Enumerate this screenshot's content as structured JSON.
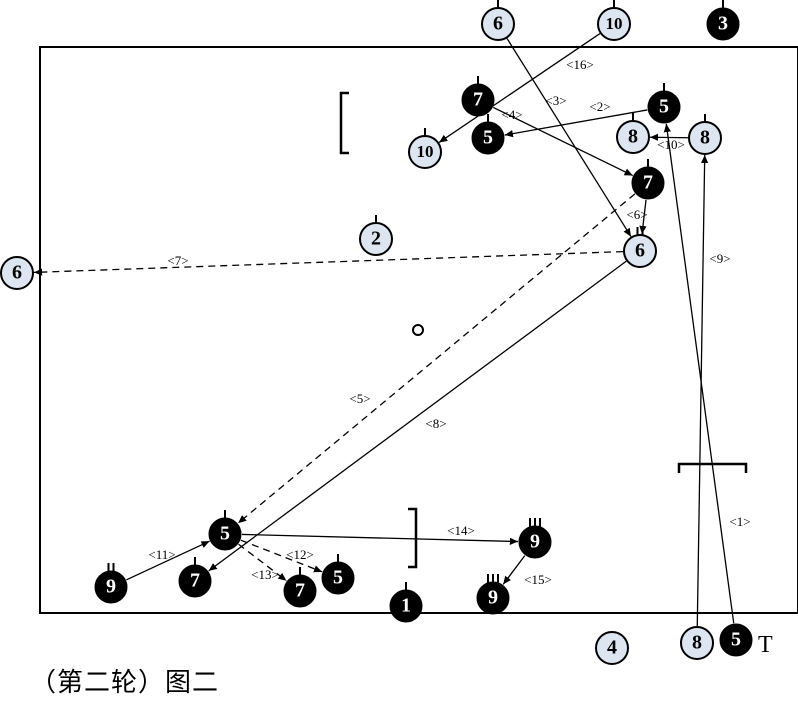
{
  "caption": "（第二轮）图二",
  "court_marks": [
    {
      "id": "left-bracket"
    },
    {
      "id": "bottom-bracket"
    },
    {
      "id": "top-right-tbar"
    }
  ],
  "tokens": [
    {
      "id": "w6-top",
      "label": "6",
      "style": "white",
      "ticks": 1
    },
    {
      "id": "w10-top",
      "label": "10",
      "style": "white",
      "ticks": 1
    },
    {
      "id": "b3-top",
      "label": "3",
      "style": "black",
      "ticks": 1
    },
    {
      "id": "b7-up",
      "label": "7",
      "style": "black",
      "ticks": 1
    },
    {
      "id": "b5-up",
      "label": "5",
      "style": "black",
      "ticks": 1
    },
    {
      "id": "w10-mid",
      "label": "10",
      "style": "white",
      "ticks": 1
    },
    {
      "id": "b5-right",
      "label": "5",
      "style": "black",
      "ticks": 1
    },
    {
      "id": "w8-a",
      "label": "8",
      "style": "white",
      "ticks": 1
    },
    {
      "id": "w8-b",
      "label": "8",
      "style": "white",
      "ticks": 1
    },
    {
      "id": "b7-right",
      "label": "7",
      "style": "black",
      "ticks": 1
    },
    {
      "id": "w2",
      "label": "2",
      "style": "white",
      "ticks": 1
    },
    {
      "id": "w6-right",
      "label": "6",
      "style": "white",
      "ticks": 2
    },
    {
      "id": "w6-left",
      "label": "6",
      "style": "white",
      "ticks": 0
    },
    {
      "id": "b5-low",
      "label": "5",
      "style": "black",
      "ticks": 1
    },
    {
      "id": "b9-low",
      "label": "9",
      "style": "black",
      "ticks": 2
    },
    {
      "id": "b7-low",
      "label": "7",
      "style": "black",
      "ticks": 1
    },
    {
      "id": "b7-low2",
      "label": "7",
      "style": "black",
      "ticks": 1
    },
    {
      "id": "b5-low2",
      "label": "5",
      "style": "black",
      "ticks": 1
    },
    {
      "id": "b1",
      "label": "1",
      "style": "black",
      "ticks": 1
    },
    {
      "id": "b9-right",
      "label": "9",
      "style": "black",
      "ticks": 3
    },
    {
      "id": "b9-right2",
      "label": "9",
      "style": "black",
      "ticks": 3
    },
    {
      "id": "w4",
      "label": "4",
      "style": "white",
      "ticks": 0
    },
    {
      "id": "w8-bottom",
      "label": "8",
      "style": "white",
      "ticks": 0
    },
    {
      "id": "b5-bottom",
      "label": "5",
      "style": "black",
      "ticks": 0
    }
  ],
  "bottom_right_mark": "T",
  "center_mark": "o",
  "passes": [
    {
      "label": "<1>",
      "from": "b5-bottom",
      "to": "b5-right",
      "style": "solid"
    },
    {
      "label": "<2>",
      "from": "b5-right",
      "to": "b5-up",
      "style": "solid"
    },
    {
      "label": "<3>",
      "from": "w6-top",
      "to": "w6-right",
      "style": "solid"
    },
    {
      "label": "<4>",
      "from": "b7-up",
      "to": "b7-right",
      "style": "solid"
    },
    {
      "label": "<5>",
      "from": "b7-right",
      "to": "b5-low",
      "style": "dashed"
    },
    {
      "label": "<6>",
      "from": "b7-right",
      "to": "w6-right",
      "style": "solid"
    },
    {
      "label": "<7>",
      "from": "w6-right",
      "to": "w6-left",
      "style": "dashed"
    },
    {
      "label": "<8>",
      "from": "w6-right",
      "to": "b7-low",
      "style": "solid"
    },
    {
      "label": "<9>",
      "from": "w8-bottom",
      "to": "w8-b",
      "style": "solid"
    },
    {
      "label": "<10>",
      "from": "w8-b",
      "to": "w8-a",
      "style": "solid"
    },
    {
      "label": "<11>",
      "from": "b9-low",
      "to": "b5-low",
      "style": "solid"
    },
    {
      "label": "<12>",
      "from": "b5-low",
      "to": "b5-low2",
      "style": "dashed"
    },
    {
      "label": "<13>",
      "from": "b5-low",
      "to": "b7-low2",
      "style": "dashed"
    },
    {
      "label": "<14>",
      "from": "b5-low",
      "to": "b9-right",
      "style": "solid"
    },
    {
      "label": "<15>",
      "from": "b9-right",
      "to": "b9-right2",
      "style": "solid"
    },
    {
      "label": "<16>",
      "from": "w10-top",
      "to": "w10-mid",
      "style": "solid"
    }
  ]
}
